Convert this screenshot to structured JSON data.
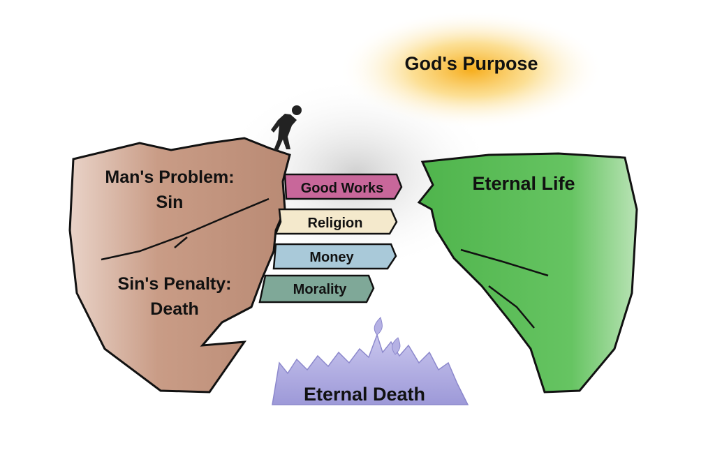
{
  "title": "God's Purpose",
  "left_cliff": {
    "problem_line1": "Man's Problem:",
    "problem_line2": "Sin",
    "penalty_line1": "Sin's Penalty:",
    "penalty_line2": "Death"
  },
  "right_cliff": {
    "label": "Eternal Life"
  },
  "planks": [
    {
      "label": "Good Works",
      "color": "#c8679a"
    },
    {
      "label": "Religion",
      "color": "#f4e9cc"
    },
    {
      "label": "Money",
      "color": "#a9c9d9"
    },
    {
      "label": "Morality",
      "color": "#7fa898"
    }
  ],
  "pit": {
    "label": "Eternal Death"
  },
  "colors": {
    "left_cliff": "#c9a08b",
    "right_cliff": "#5cbc58",
    "glow": "#f7b52b",
    "pit": "#a9a6dc"
  }
}
